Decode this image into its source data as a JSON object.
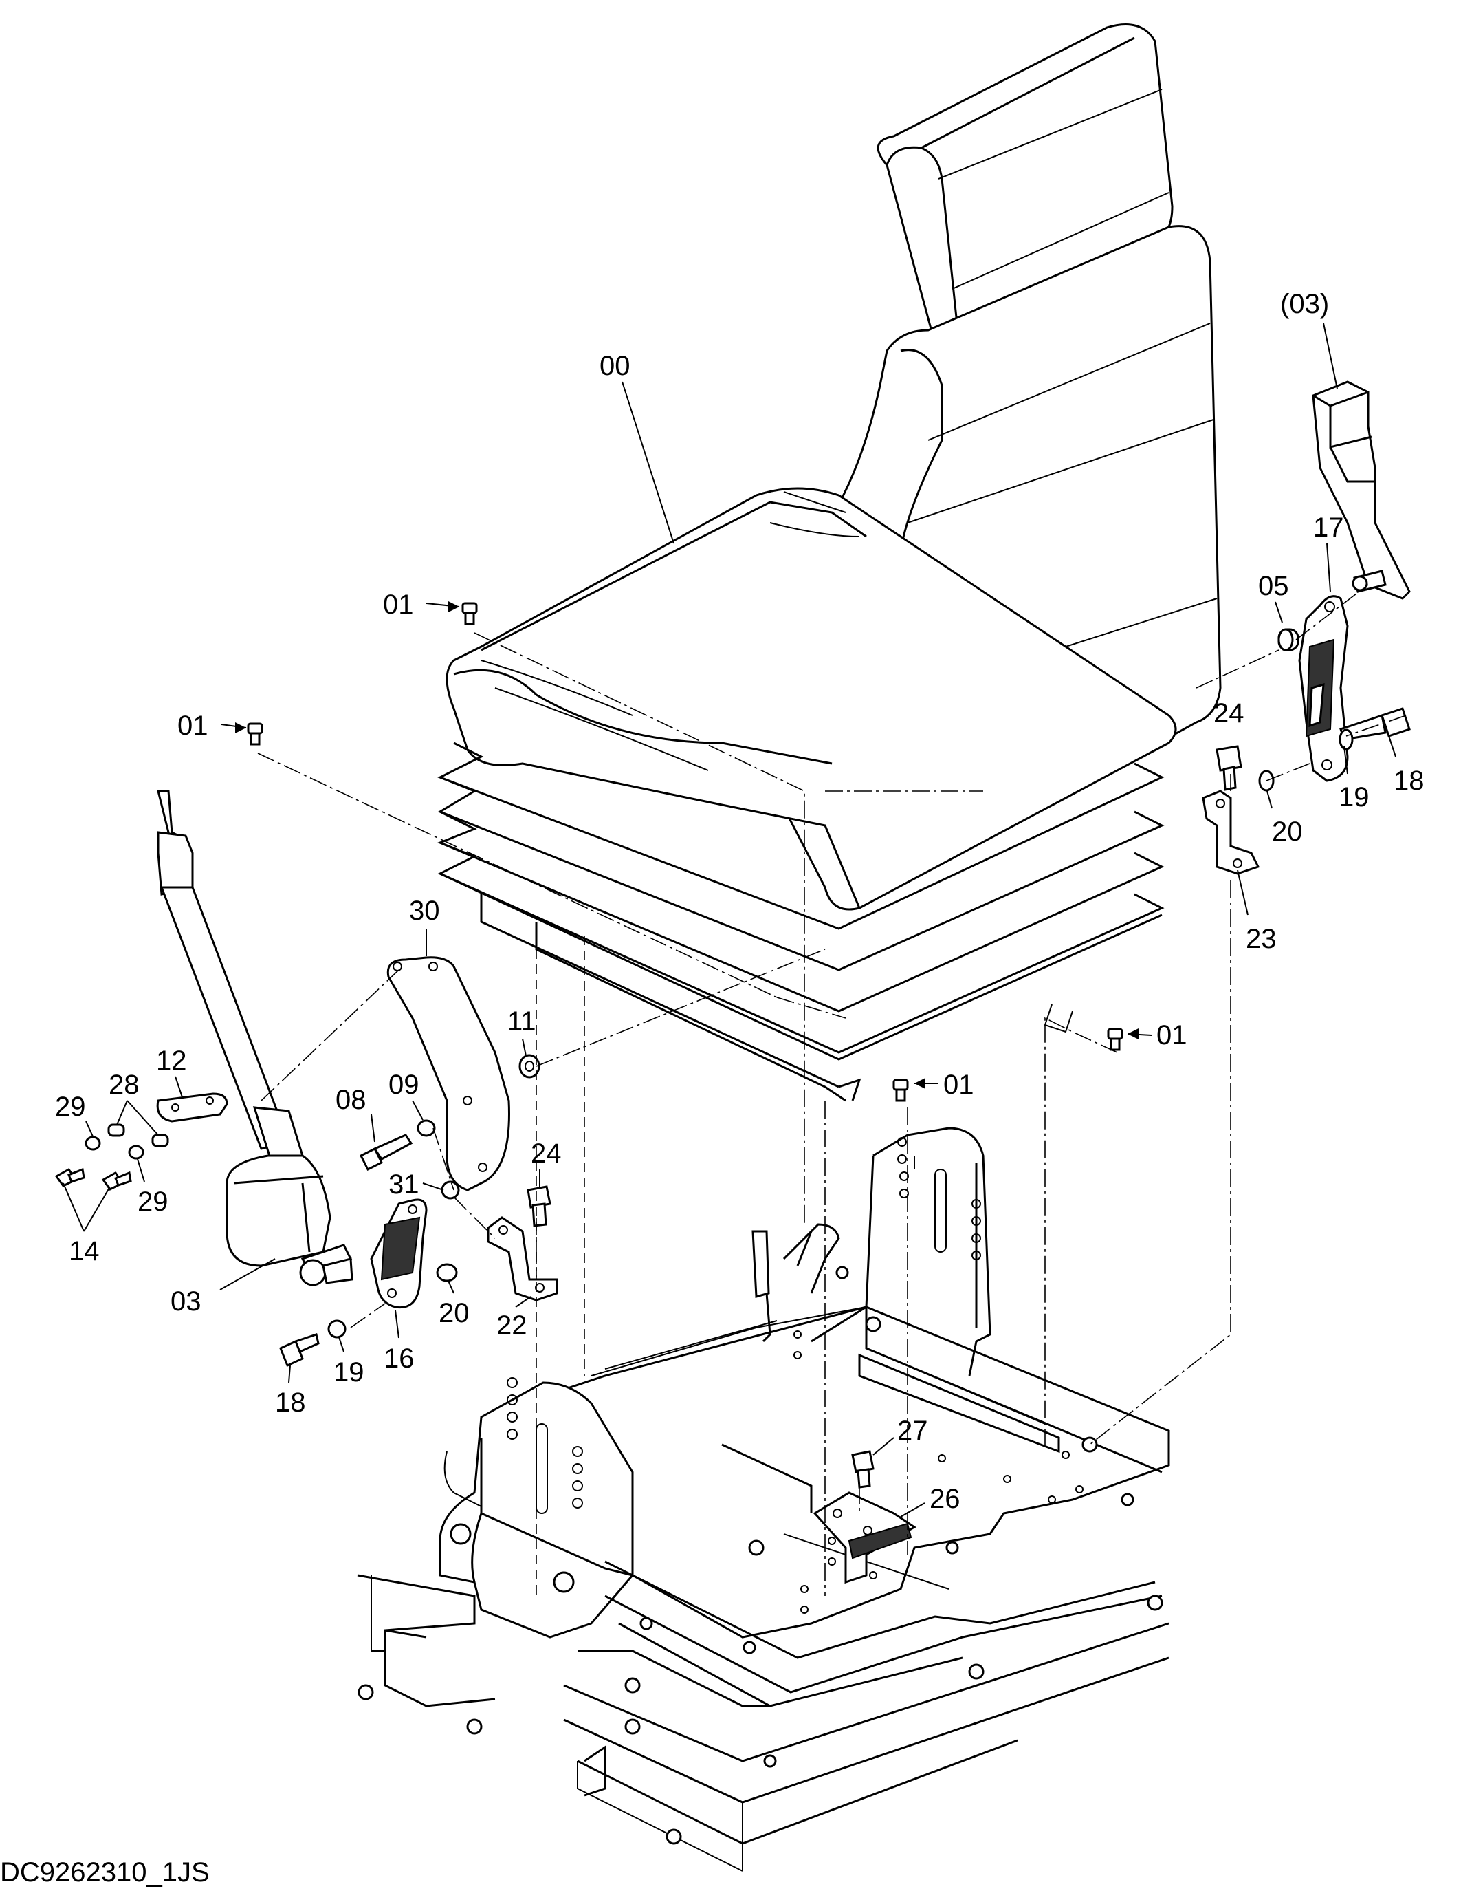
{
  "drawing_id": "DC9262310_1JS",
  "callouts": [
    {
      "key": "c00",
      "text": "00"
    },
    {
      "key": "c01a",
      "text": "01"
    },
    {
      "key": "c01b",
      "text": "01"
    },
    {
      "key": "c01c",
      "text": "01"
    },
    {
      "key": "c01d",
      "text": "01"
    },
    {
      "key": "c03p",
      "text": "(03)"
    },
    {
      "key": "c17",
      "text": "17"
    },
    {
      "key": "c05",
      "text": "05"
    },
    {
      "key": "c24a",
      "text": "24"
    },
    {
      "key": "c18a",
      "text": "18"
    },
    {
      "key": "c19a",
      "text": "19"
    },
    {
      "key": "c20a",
      "text": "20"
    },
    {
      "key": "c23",
      "text": "23"
    },
    {
      "key": "c30",
      "text": "30"
    },
    {
      "key": "c11",
      "text": "11"
    },
    {
      "key": "c12",
      "text": "12"
    },
    {
      "key": "c28",
      "text": "28"
    },
    {
      "key": "c29a",
      "text": "29"
    },
    {
      "key": "c29b",
      "text": "29"
    },
    {
      "key": "c14",
      "text": "14"
    },
    {
      "key": "c08",
      "text": "08"
    },
    {
      "key": "c09",
      "text": "09"
    },
    {
      "key": "c31",
      "text": "31"
    },
    {
      "key": "c24b",
      "text": "24"
    },
    {
      "key": "c03",
      "text": "03"
    },
    {
      "key": "c20b",
      "text": "20"
    },
    {
      "key": "c22",
      "text": "22"
    },
    {
      "key": "c16",
      "text": "16"
    },
    {
      "key": "c19b",
      "text": "19"
    },
    {
      "key": "c18b",
      "text": "18"
    },
    {
      "key": "c27",
      "text": "27"
    },
    {
      "key": "c26",
      "text": "26"
    }
  ]
}
